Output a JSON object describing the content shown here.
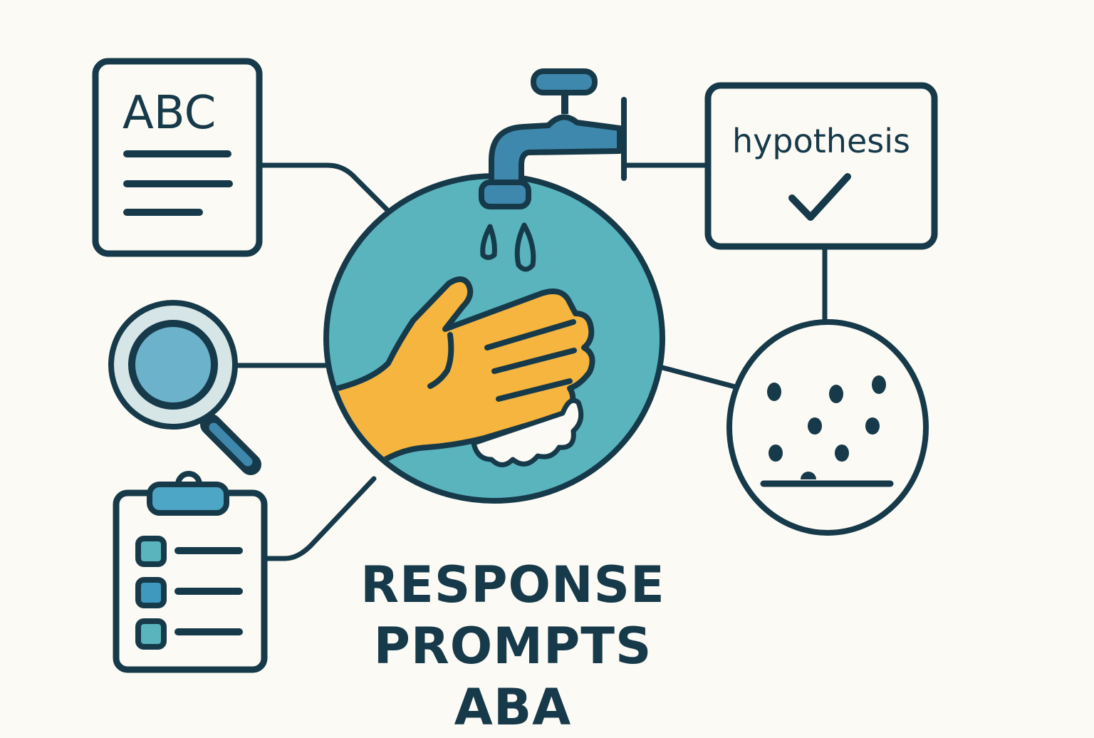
{
  "title": {
    "line1": "RESPONSE",
    "line2": "PROMPTS ABA"
  },
  "nodes": {
    "abc_document": {
      "label": "ABC",
      "icon": "document-icon"
    },
    "hypothesis_card": {
      "label": "hypothesis",
      "icon": "checkmark-icon"
    },
    "magnifier": {
      "icon": "magnifying-glass-icon"
    },
    "checklist": {
      "icon": "clipboard-checklist-icon",
      "items": 3
    },
    "data_plot": {
      "icon": "scatter-dots-icon",
      "dots": 7
    },
    "central": {
      "icon": "handwashing-faucet-icon"
    }
  },
  "colors": {
    "outline": "#163a4a",
    "background": "#fcfaf4",
    "teal": "#5ab4bd",
    "faucet_blue": "#3f88ad",
    "hand_yellow": "#f6b53e",
    "lens_blue": "#6cb2cb",
    "lens_ring": "#d6e5e6",
    "check_blue": "#4ea6c6"
  }
}
